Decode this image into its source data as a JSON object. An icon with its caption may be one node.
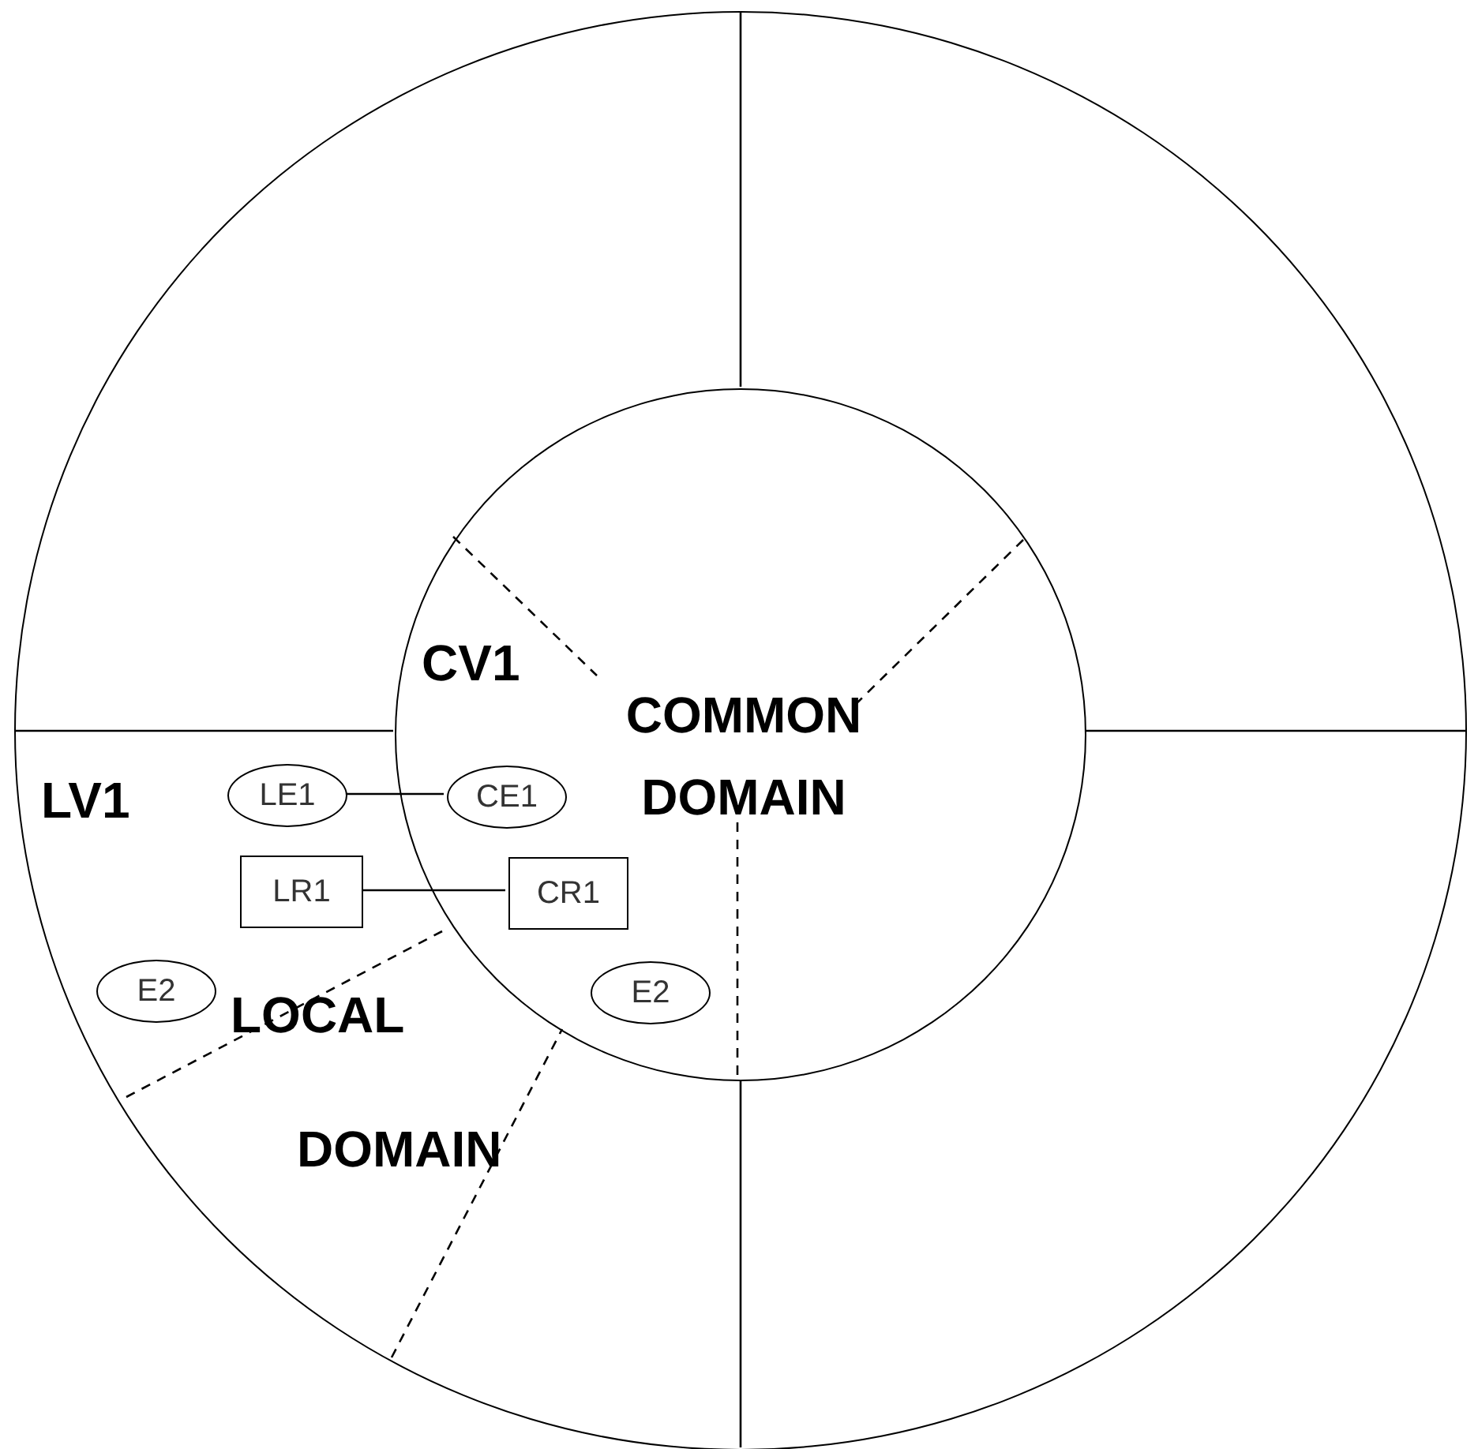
{
  "diagram": {
    "nodes": [
      {
        "text": [
          "LV1",
          "LOCAL DOMAIN"
        ]
      },
      {
        "text": [
          "CV1",
          "COMMON DOMAIN"
        ],
        "in": 0
      },
      {
        "text": [
          "LE1"
        ],
        "in": 0
      },
      {
        "text": [
          "CE1"
        ],
        "in": 1
      },
      {
        "text": [
          "LR1"
        ],
        "in": 0
      },
      {
        "text": [
          "CR1"
        ],
        "in": 1
      },
      {
        "text": [
          "E2"
        ],
        "in": 0
      },
      {
        "text": [
          "E2"
        ],
        "in": 1
      }
    ],
    "edges": [
      {
        "from": 2,
        "to": 3,
        "arrow": "none"
      },
      {
        "from": 4,
        "to": 5,
        "arrow": "none"
      }
    ]
  }
}
